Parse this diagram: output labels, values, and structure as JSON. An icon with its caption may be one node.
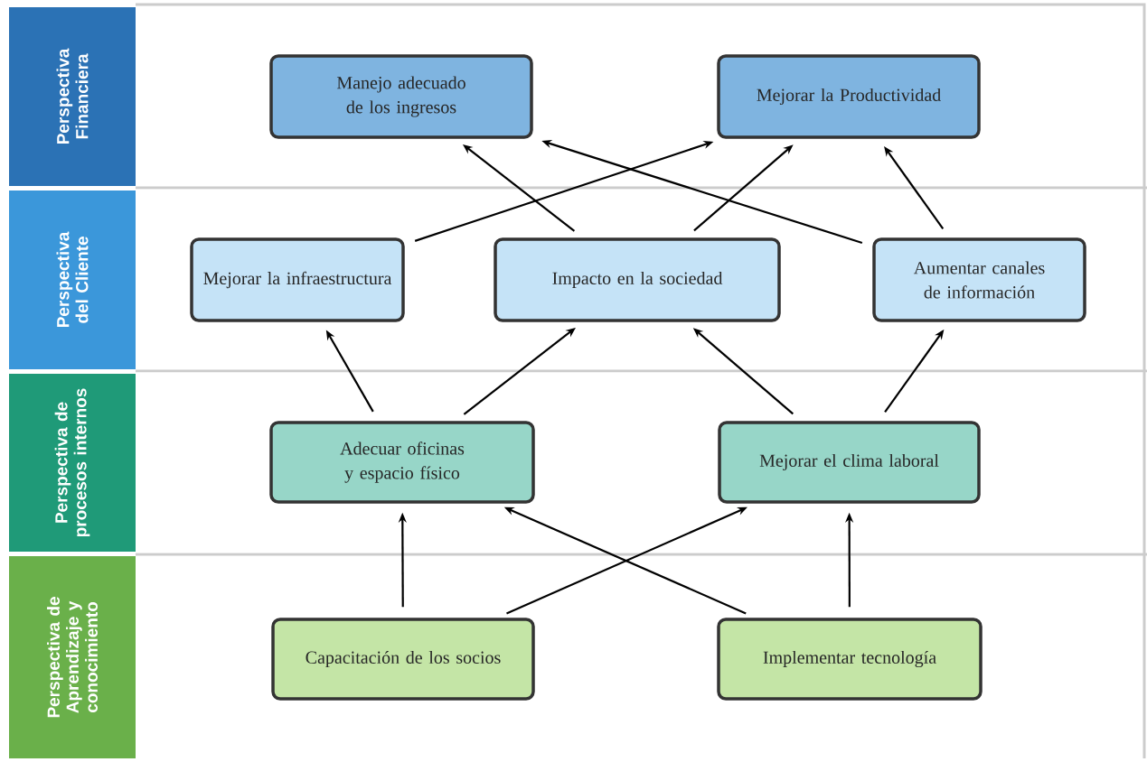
{
  "diagram": {
    "nodes": [
      {
        "text": [
          "Perspectiva Financiera"
        ]
      },
      {
        "text": [
          "Perspectiva del Cliente"
        ]
      },
      {
        "text": [
          "Perspectiva de procesos internos"
        ]
      },
      {
        "text": [
          "Perspectiva de Aprendizaje y conocimiento"
        ]
      },
      {
        "text": [
          "Manejo adecuado de los ingresos"
        ]
      },
      {
        "text": [
          "Mejorar la Productividad"
        ]
      },
      {
        "text": [
          "Mejorar la infraestructura"
        ]
      },
      {
        "text": [
          "Impacto en la sociedad"
        ]
      },
      {
        "text": [
          "Aumentar canales de información"
        ]
      },
      {
        "text": [
          "Adecuar oficinas y espacio físico"
        ]
      },
      {
        "text": [
          "Mejorar el clima laboral"
        ]
      },
      {
        "text": [
          "Capacitación de los socios"
        ]
      },
      {
        "text": [
          "Implementar tecnología"
        ]
      }
    ],
    "edges": [
      {
        "from": 6,
        "to": 5,
        "arrow": "to"
      },
      {
        "from": 7,
        "to": 4,
        "arrow": "to"
      },
      {
        "from": 7,
        "to": 5,
        "arrow": "to"
      },
      {
        "from": 8,
        "to": 4,
        "arrow": "to"
      },
      {
        "from": 8,
        "to": 5,
        "arrow": "to"
      },
      {
        "from": 9,
        "to": 6,
        "arrow": "to"
      },
      {
        "from": 9,
        "to": 7,
        "arrow": "to"
      },
      {
        "from": 10,
        "to": 7,
        "arrow": "to"
      },
      {
        "from": 10,
        "to": 8,
        "arrow": "to"
      },
      {
        "from": 11,
        "to": 9,
        "arrow": "to"
      },
      {
        "from": 11,
        "to": 10,
        "arrow": "to"
      },
      {
        "from": 12,
        "to": 9,
        "arrow": "to"
      },
      {
        "from": 12,
        "to": 10,
        "arrow": "to"
      }
    ]
  }
}
